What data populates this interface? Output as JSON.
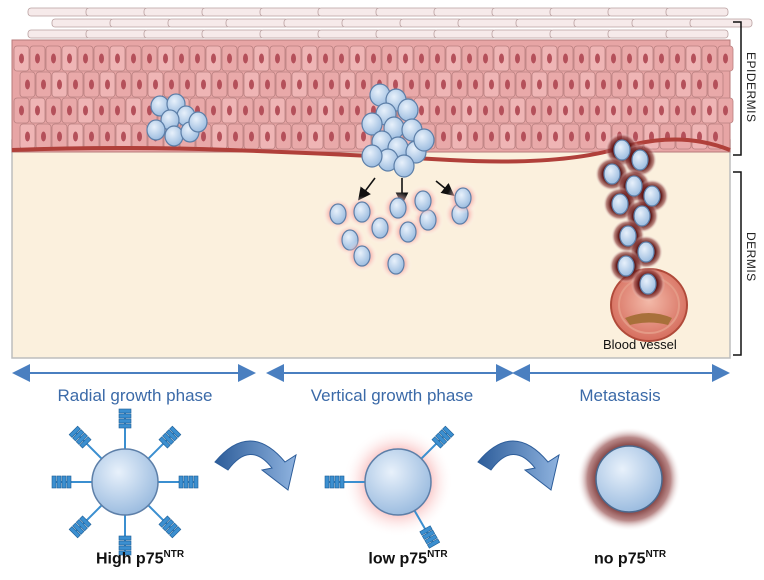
{
  "layers": {
    "epidermis": "EPIDERMIS",
    "dermis": "DERMIS",
    "blood_vessel": "Blood vessel"
  },
  "phases": [
    {
      "label": "Radial growth phase"
    },
    {
      "label": "Vertical growth phase"
    },
    {
      "label": "Metastasis"
    }
  ],
  "markers": [
    {
      "prefix": "High p75",
      "sup": "NTR"
    },
    {
      "prefix": "low p75",
      "sup": "NTR"
    },
    {
      "prefix": "no p75",
      "sup": "NTR"
    }
  ],
  "colors": {
    "skin_cell": "#e9a9a9",
    "dermis": "#fbf0dd",
    "tumor_cell": "#b7cfe8",
    "phase_text": "#3b6aa8",
    "receptor": "#3b8fd0"
  }
}
